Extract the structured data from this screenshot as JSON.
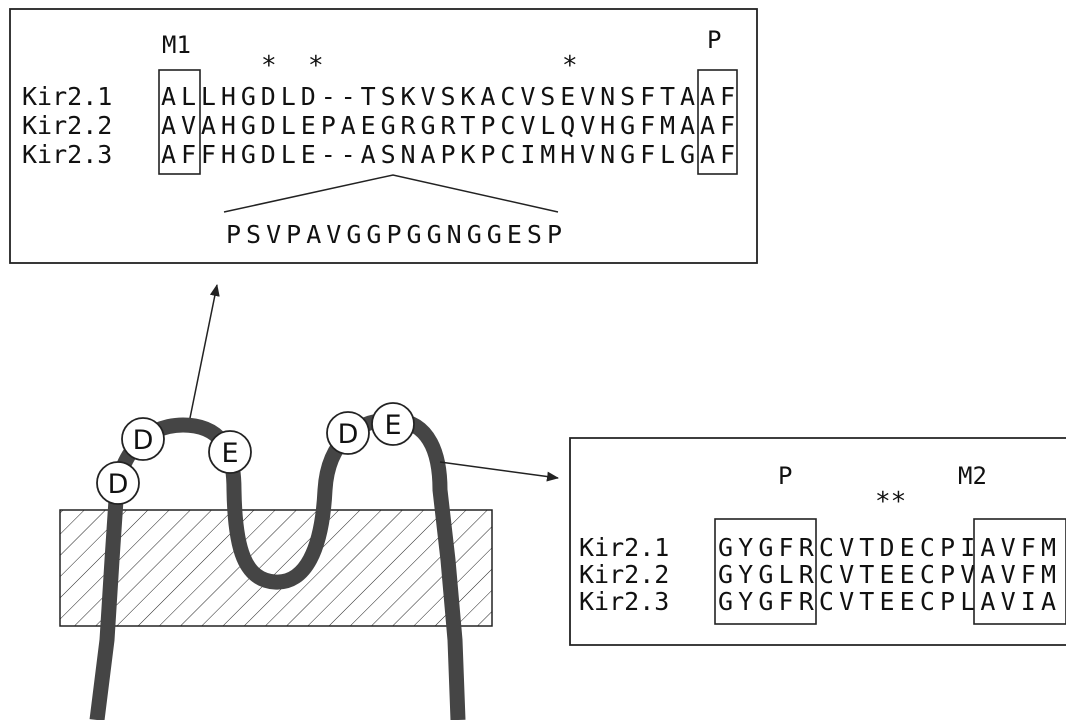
{
  "top_panel": {
    "header_left": "M1",
    "header_right": "P",
    "asterisks": "*  *",
    "asterisk_right": "*",
    "rows": [
      {
        "name": "Kir2.1",
        "seq": "ALLHGDLD--TSKVSKACVSEVNSFTAAF"
      },
      {
        "name": "Kir2.2",
        "seq": "AVAHGDLEPAEGRGRTPCVLQVHGFMAAF"
      },
      {
        "name": "Kir2.3",
        "seq": "AFFHGDLE--ASNAPKPCIMHVNGFLGAF"
      }
    ],
    "insert": "PSVPAVGGPGGNGGESP"
  },
  "right_panel": {
    "header_left": "P",
    "header_right": "M2",
    "asterisks": "**",
    "rows": [
      {
        "name": "Kir2.1",
        "seq": "GYGFRCVTDECPIAVFM"
      },
      {
        "name": "Kir2.2",
        "seq": "GYGLRCVTEECPVAVFM"
      },
      {
        "name": "Kir2.3",
        "seq": "GYGFRCVTEECPLAVIA"
      }
    ]
  },
  "residues": [
    {
      "letter": "D"
    },
    {
      "letter": "D"
    },
    {
      "letter": "E"
    },
    {
      "letter": "D"
    },
    {
      "letter": "E"
    }
  ],
  "colors": {
    "ink": "#111111",
    "strand": "#444444"
  }
}
